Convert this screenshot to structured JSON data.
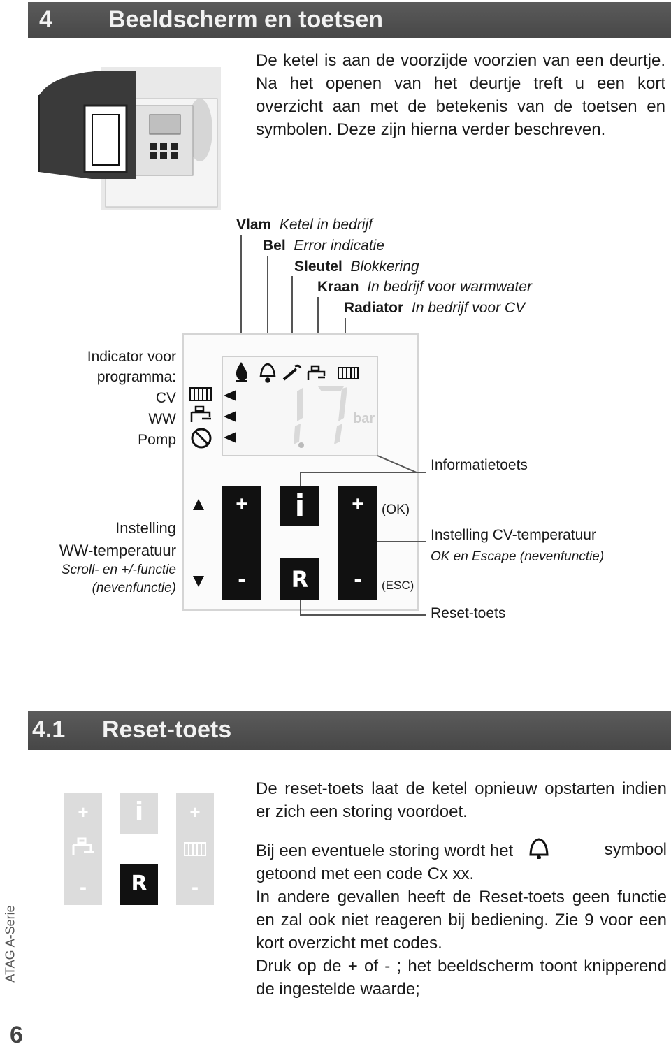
{
  "header": {
    "number": "4",
    "title": "Beeldscherm en toetsen"
  },
  "intro": "De ketel is aan de voorzijde voorzien van een deurtje. Na het openen van het deurtje treft u een kort overzicht aan met de betekenis van de toetsen en symbolen. Deze zijn hierna verder beschreven.",
  "legend": [
    {
      "bold": "Vlam",
      "italic": "Ketel in bedrijf"
    },
    {
      "bold": "Bel",
      "italic": "Error indicatie"
    },
    {
      "bold": "Sleutel",
      "italic": "Blokkering"
    },
    {
      "bold": "Kraan",
      "italic": "In bedrijf voor warmwater"
    },
    {
      "bold": "Radiator",
      "italic": "In bedrijf voor CV"
    }
  ],
  "display": {
    "digits": "17",
    "unit": "bar"
  },
  "left_labels": {
    "indicator_line1": "Indicator voor",
    "indicator_line2": "programma:",
    "cv": "CV",
    "ww": "WW",
    "pomp": "Pomp",
    "instelling": "Instelling",
    "ww_temp": "WW-temperatuur",
    "scroll": "Scroll- en +/-functie",
    "nevenfunctie": "(nevenfunctie)"
  },
  "right_labels": {
    "informatietoets": "Informatietoets",
    "instelling_cv": "Instelling CV-temperatuur",
    "ok_escape": "OK en Escape (nevenfunctie)",
    "reset_toets": "Reset-toets"
  },
  "keys": {
    "plus": "+",
    "minus": "-",
    "info": "i",
    "reset": "R",
    "ok": "(OK)",
    "esc": "(ESC)"
  },
  "section": {
    "number": "4.1",
    "title": "Reset-toets"
  },
  "section_text": {
    "p1": "De reset-toets laat de ketel opnieuw opstarten indien er zich een storing voordoet.",
    "p2_before": "Bij een eventuele storing wordt het",
    "p2_after": "symbool",
    "p2_cont": "getoond met een code Cx xx.",
    "p3": "In andere gevallen heeft de Reset-toets geen functie en zal ook niet reageren bij bediening. Zie 9 voor een kort overzicht met codes.",
    "p4": "Druk op de + of - ; het beeldscherm toont knipperend de ingestelde waarde;"
  },
  "footer": {
    "series": "ATAG A-Serie",
    "page": "6"
  }
}
